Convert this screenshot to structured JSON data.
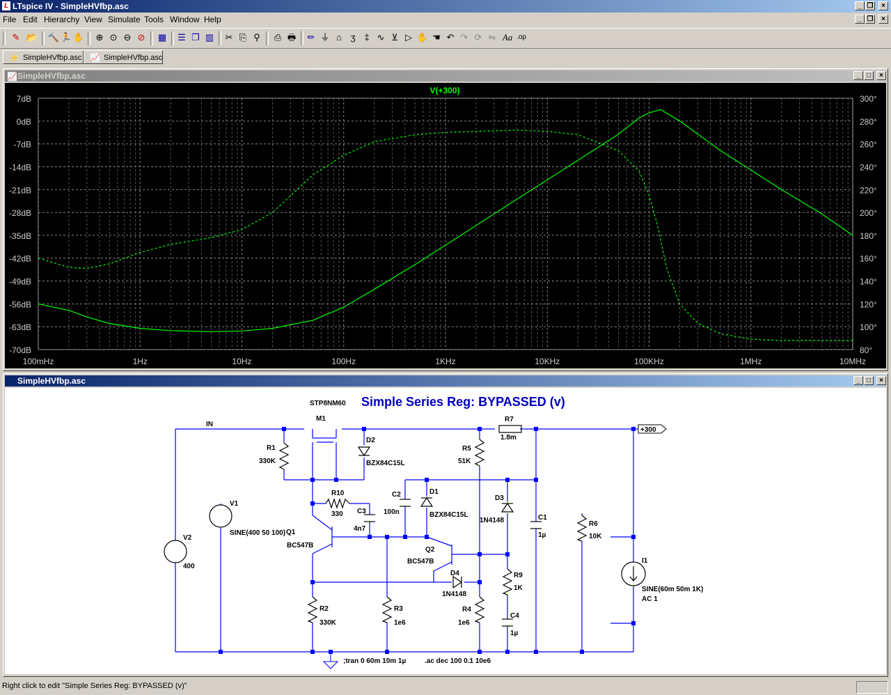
{
  "window": {
    "title": "LTspice IV - SimpleHVfbp.asc",
    "app_icon": "ltspice-logo-icon"
  },
  "menu": [
    "File",
    "Edit",
    "Hierarchy",
    "View",
    "Simulate",
    "Tools",
    "Window",
    "Help"
  ],
  "toolbar_icons": [
    "new-schematic-icon",
    "open-icon",
    "control-panel-icon",
    "run-icon",
    "halt-icon",
    "zoom-in-icon",
    "zoom-pan-icon",
    "zoom-out-icon",
    "zoom-cancel-icon",
    "autoscale-icon",
    "tile-horizontal-icon",
    "cascade-icon",
    "tile-vertical-icon",
    "cut-icon",
    "copy-icon",
    "find-icon",
    "print-preview-icon",
    "print-icon",
    "wire-icon",
    "ground-icon",
    "label-net-icon",
    "resistor-icon",
    "capacitor-icon",
    "inductor-icon",
    "diode-icon",
    "component-icon",
    "move-icon",
    "drag-icon",
    "undo-icon",
    "redo-icon",
    "rotate-icon",
    "mirror-icon",
    "text-icon",
    "spice-directive-icon"
  ],
  "tabs": [
    {
      "label": "SimpleHVfbp.asc",
      "icon": "schematic-icon",
      "active": true
    },
    {
      "label": "SimpleHVfbp.asc",
      "icon": "waveform-icon",
      "active": false
    }
  ],
  "plot_window": {
    "title": "SimpleHVfbp.asc",
    "trace_label": "V(+300)",
    "trace_color": "#00ff00",
    "chart_data": {
      "type": "line",
      "x_scale": "log",
      "x_range_hz": [
        0.1,
        10000000
      ],
      "x_ticks": [
        "100mHz",
        "1Hz",
        "10Hz",
        "100Hz",
        "1KHz",
        "10KHz",
        "100KHz",
        "1MHz",
        "10MHz"
      ],
      "y_left_range_db": [
        -70,
        7
      ],
      "y_left_ticks": [
        "7dB",
        "0dB",
        "-7dB",
        "-14dB",
        "-21dB",
        "-28dB",
        "-35dB",
        "-42dB",
        "-49dB",
        "-56dB",
        "-63dB",
        "-70dB"
      ],
      "y_right_range_deg": [
        80,
        300
      ],
      "y_right_ticks": [
        "300°",
        "280°",
        "260°",
        "240°",
        "220°",
        "200°",
        "180°",
        "160°",
        "140°",
        "120°",
        "100°",
        "80°"
      ],
      "series": [
        {
          "name": "V(+300)",
          "style": "solid",
          "axis": "left",
          "x": [
            0.1,
            0.2,
            0.3,
            0.5,
            1,
            2,
            5,
            10,
            20,
            50,
            100,
            200,
            500,
            1000,
            2000,
            5000,
            10000,
            20000,
            50000,
            80000,
            100000,
            130000,
            200000,
            500000,
            1000000,
            2000000,
            5000000,
            10000000
          ],
          "y": [
            -56,
            -58,
            -60,
            -62,
            -63.5,
            -64.2,
            -64.5,
            -64.3,
            -63.5,
            -61,
            -57,
            -51.5,
            -44,
            -38,
            -32,
            -24,
            -18,
            -12,
            -4,
            1,
            2.5,
            3.5,
            0,
            -9,
            -15,
            -21,
            -28.5,
            -35
          ]
        },
        {
          "name": "phase",
          "style": "dashed",
          "axis": "right",
          "x": [
            0.1,
            0.2,
            0.3,
            0.5,
            1,
            2,
            5,
            10,
            20,
            50,
            100,
            200,
            500,
            1000,
            2000,
            5000,
            10000,
            20000,
            50000,
            80000,
            100000,
            120000,
            150000,
            200000,
            300000,
            500000,
            1000000,
            2000000,
            5000000,
            10000000
          ],
          "y": [
            160,
            152,
            151,
            155,
            165,
            172,
            178,
            185,
            200,
            233,
            250,
            262,
            268,
            270,
            271,
            272,
            271,
            268,
            254,
            236,
            215,
            190,
            150,
            120,
            103,
            94,
            89,
            88,
            88,
            88
          ]
        }
      ]
    }
  },
  "schematic_window": {
    "title": "SimpleHVfbp.asc",
    "heading": "Simple Series Reg: BYPASSED (v)",
    "directives": {
      "tran": ";tran 0 60m 10m 1µ",
      "ac": ".ac dec 100 0.1 10e6"
    },
    "net_labels": {
      "in": "IN",
      "out": "+300"
    },
    "components": [
      {
        "ref": "M1",
        "value": "STP8NM60"
      },
      {
        "ref": "D2",
        "value": "BZX84C15L"
      },
      {
        "ref": "R1",
        "value": "330K"
      },
      {
        "ref": "R10",
        "value": "330"
      },
      {
        "ref": "C3",
        "value": "4n7"
      },
      {
        "ref": "Q1",
        "value": "BC547B"
      },
      {
        "ref": "V1",
        "value": "SINE(400 50 100)"
      },
      {
        "ref": "V2",
        "value": "400"
      },
      {
        "ref": "R2",
        "value": "330K"
      },
      {
        "ref": "R3",
        "value": "1e6"
      },
      {
        "ref": "C2",
        "value": "100n"
      },
      {
        "ref": "D1",
        "value": "BZX84C15L"
      },
      {
        "ref": "Q2",
        "value": "BC547B"
      },
      {
        "ref": "D4",
        "value": "1N4148"
      },
      {
        "ref": "R5",
        "value": "51K"
      },
      {
        "ref": "R4",
        "value": "1e6"
      },
      {
        "ref": "R7",
        "value": "1.8m"
      },
      {
        "ref": "D3",
        "value": "1N4148"
      },
      {
        "ref": "R9",
        "value": "1K"
      },
      {
        "ref": "C4",
        "value": "1µ"
      },
      {
        "ref": "C1",
        "value": "1µ"
      },
      {
        "ref": "R6",
        "value": "10K"
      },
      {
        "ref": "I1",
        "value": "SINE(60m 50m 1K)",
        "value2": "AC 1"
      }
    ]
  },
  "status": {
    "text": "Right click to edit \"Simple Series Reg: BYPASSED (v)\""
  }
}
